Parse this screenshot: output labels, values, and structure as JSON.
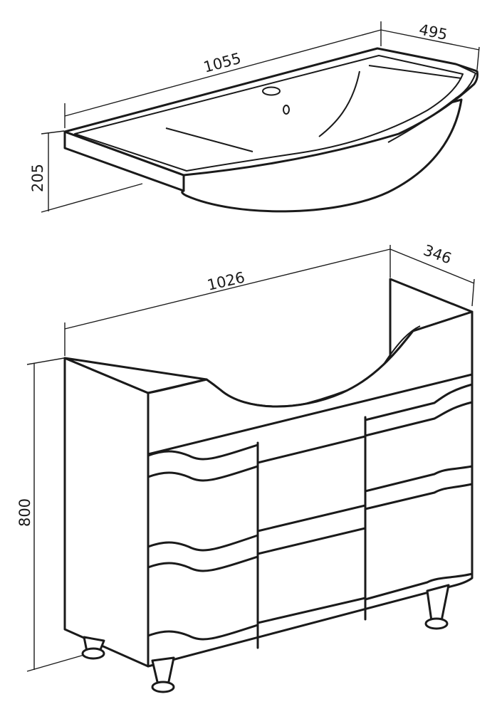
{
  "sink": {
    "dims": {
      "width": "1055",
      "depth": "495",
      "height": "205"
    }
  },
  "cabinet": {
    "dims": {
      "width": "1026",
      "depth": "346",
      "height": "800"
    }
  }
}
